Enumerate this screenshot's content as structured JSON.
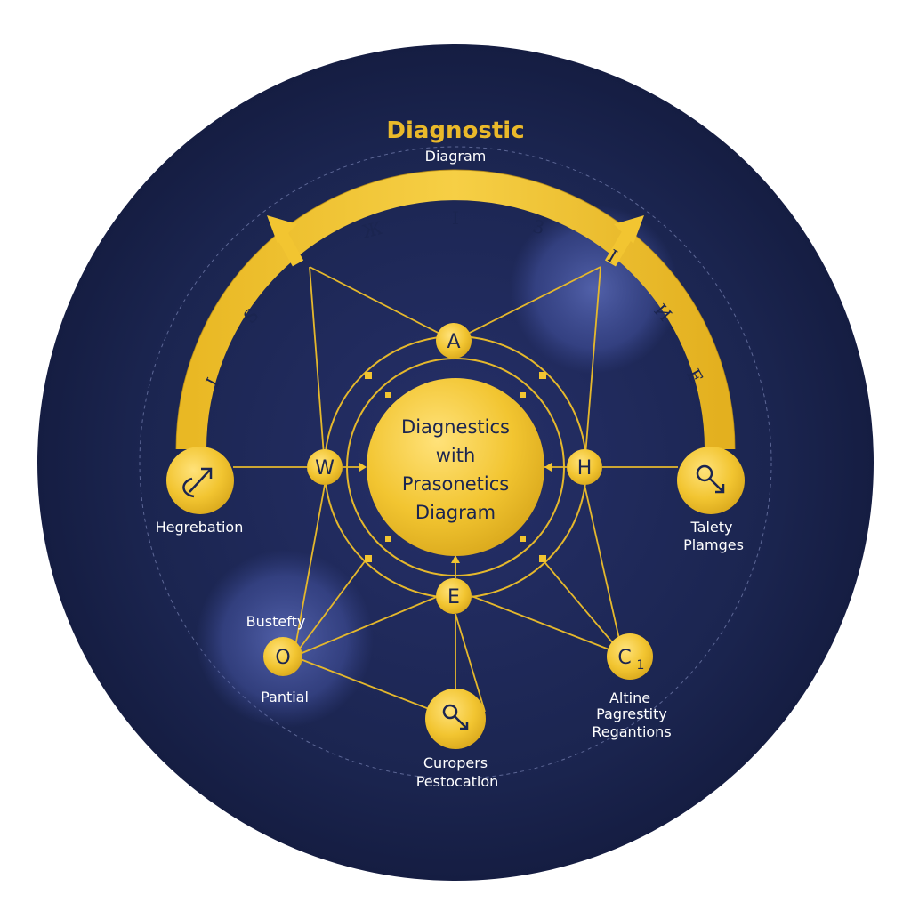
{
  "title": {
    "main": "Diagnostic",
    "sub": "Diagram"
  },
  "center": {
    "lines": [
      "Diagnestics",
      "with",
      "Prasonetics",
      "Diagram"
    ]
  },
  "arc_marks": [
    "I",
    "S",
    "Ж",
    "I",
    "3",
    "I",
    "И",
    "Е"
  ],
  "nodes": {
    "A": "A",
    "W": "W",
    "H": "H",
    "E": "E",
    "O": "O",
    "C": "C",
    "C_sub": "1"
  },
  "labels": {
    "left_node": "Hegrebation",
    "right_node_1": "Talety",
    "right_node_2": "Plamges",
    "o_top": "Bustefty",
    "o_bottom": "Pantial",
    "bottom_node_1": "Curopers",
    "bottom_node_2": "Pestocation",
    "c_node_1": "Altine",
    "c_node_2": "Pagrestity",
    "c_node_3": "Regantions"
  },
  "icons": {
    "left_node": "curve-arrow-icon",
    "right_node": "key-arrow-icon",
    "bottom_node": "key-arrow-icon"
  },
  "colors": {
    "background": "#ffffff",
    "disc": "#1b2550",
    "gold": "#f2c531",
    "gold_dark": "#c99a17",
    "text": "#ffffff",
    "title_gold": "#eab92a"
  }
}
